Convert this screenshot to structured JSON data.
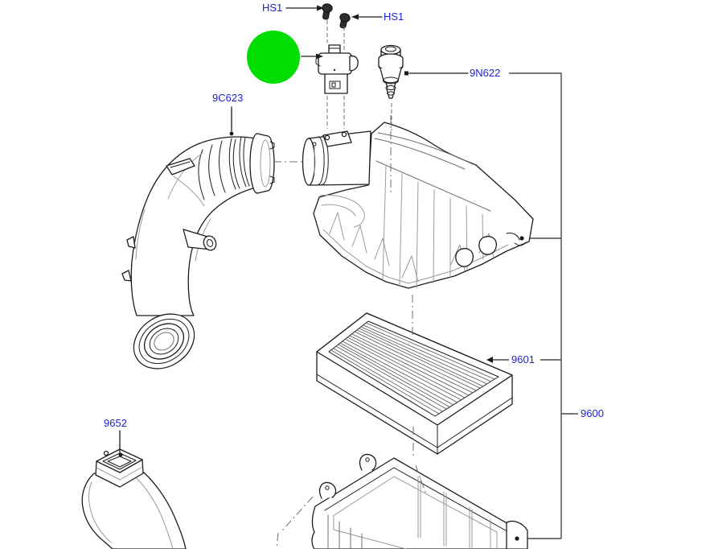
{
  "colors": {
    "bg": "#ffffff",
    "label": "#2222cc",
    "line": "#1c1c1c",
    "bracket": "#4a4a4a",
    "light": "#9a9a9a",
    "mid": "#6e6e6e",
    "highlight": "#00dd00"
  },
  "callouts": {
    "hs1_left": {
      "label": "HS1",
      "part": "screw"
    },
    "hs1_right": {
      "label": "HS1",
      "part": "screw"
    },
    "p9n622": {
      "label": "9N622",
      "part": "valve-sensor"
    },
    "p9c623": {
      "label": "9C623",
      "part": "air-intake-outlet-hose"
    },
    "p9601": {
      "label": "9601",
      "part": "air-filter-element"
    },
    "p9600": {
      "label": "9600",
      "part": "air-cleaner-assembly"
    },
    "p9652": {
      "label": "9652",
      "part": "air-inlet-duct"
    }
  },
  "highlight_marker": {
    "shape": "circle",
    "target": "mass-air-flow-sensor"
  }
}
